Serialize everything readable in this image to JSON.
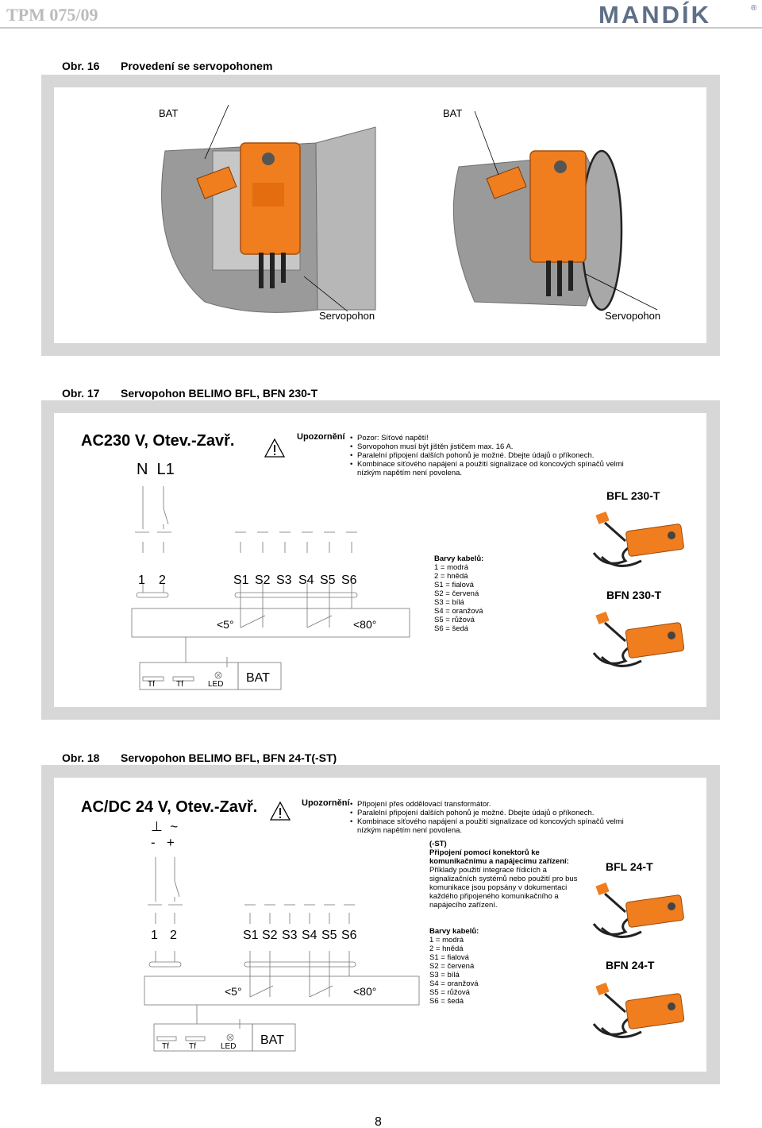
{
  "header": {
    "doc_code": "TPM 075/09",
    "brand": "MANDÍK",
    "registered_mark": "®"
  },
  "fig16": {
    "number": "Obr. 16",
    "title": "Provedení se servopohonem",
    "left": {
      "bat_label": "BAT",
      "actuator_label": "Servopohon"
    },
    "right": {
      "bat_label": "BAT",
      "actuator_label": "Servopohon"
    }
  },
  "fig17": {
    "number": "Obr. 17",
    "title": "Servopohon BELIMO BFL, BFN 230-T",
    "supply": "AC230 V, Otev.-Zavř.",
    "poles": "N  L1",
    "warning_title": "Upozornění",
    "warnings": [
      "Pozor: Síťové napětí!",
      "Sorvopohon musí být jištěn jističem max. 16 A.",
      "Paralelní připojení dalších pohonů je možné. Dbejte údajů o příkonech.",
      "Kombinace síťového napájení a použití signalizace od koncových spínačů velmi nízkým napětím není povolena."
    ],
    "terminals": [
      "1",
      "2",
      "S1",
      "S2",
      "S3",
      "S4",
      "S5",
      "S6"
    ],
    "angle_low": "<5°",
    "angle_high": "<80°",
    "cable_title": "Barvy kabelů:",
    "cable_colors": [
      "1 = modrá",
      "2 = hnědá",
      "S1 = fialová",
      "S2 = červená",
      "S3 = bílá",
      "S4 = oranžová",
      "S5 = růžová",
      "S6 = šedá"
    ],
    "box_labels": {
      "tf1": "Tf",
      "tf2": "Tf",
      "led": "LED",
      "bat": "BAT"
    },
    "model_top": "BFL 230-T",
    "model_bottom": "BFN 230-T"
  },
  "fig18": {
    "number": "Obr. 18",
    "title": "Servopohon BELIMO BFL, BFN 24-T(-ST)",
    "supply": "AC/DC 24 V, Otev.-Zavř.",
    "poles_symbols": "⊥  ~",
    "poles_signs": "-   +",
    "warning_title": "Upozornění",
    "warnings": [
      "Připojení přes oddělovací transformátor.",
      "Paralelní připojení dalších pohonů je možné. Dbejte údajů o příkonech.",
      "Kombinace síťového napájení a použití signalizace od koncových spínačů velmi nízkým napětím není povolena."
    ],
    "st_title": "(-ST)",
    "st_subtitle": "Připojení pomocí konektorů ke komunikačnímu a napájecímu zařízení:",
    "st_text": "Příklady použití integrace řídicích a signalizačních systémů nebo použití pro bus komunikace jsou popsány v dokumentaci každého připojeného komunikačního a napájecího zařízení.",
    "terminals": [
      "1",
      "2",
      "S1",
      "S2",
      "S3",
      "S4",
      "S5",
      "S6"
    ],
    "angle_low": "<5°",
    "angle_high": "<80°",
    "cable_title": "Barvy kabelů:",
    "cable_colors": [
      "1 = modrá",
      "2 = hnědá",
      "S1 = fialová",
      "S2 = červená",
      "S3 = bílá",
      "S4 = oranžová",
      "S5 = růžová",
      "S6 = šedá"
    ],
    "box_labels": {
      "tf1": "Tf",
      "tf2": "Tf",
      "led": "LED",
      "bat": "BAT"
    },
    "model_top": "BFL 24-T",
    "model_bottom": "BFN 24-T"
  },
  "footer": {
    "page_number": "8"
  },
  "colors": {
    "accent": "#f07d1e",
    "logo": "#5e6f86",
    "panel": "#d7d7d7",
    "damper": "#9a9a9a"
  }
}
